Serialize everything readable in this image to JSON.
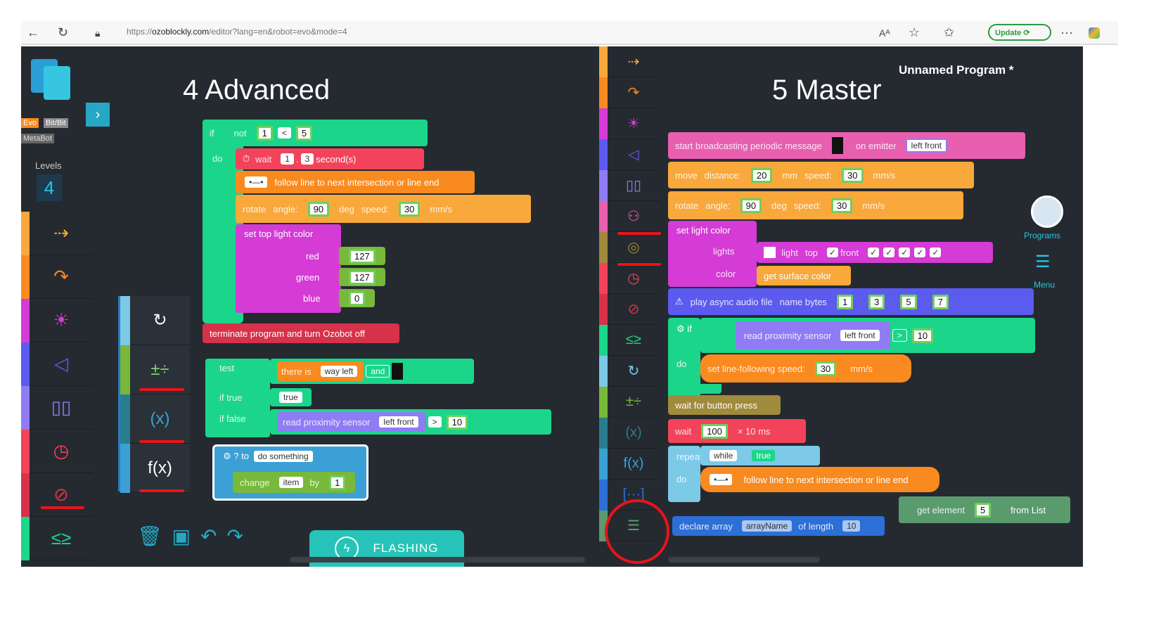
{
  "browser": {
    "url_prefix": "https://",
    "url_domain": "ozoblockly.com",
    "url_path": "/editor?lang=en&robot=evo&mode=4",
    "update_label": "Update",
    "reader_icon": "Aᴬ",
    "more_label": "···"
  },
  "left_panel": {
    "title": "4 Advanced",
    "robot_tabs": [
      "Evo",
      "Bit/Bit",
      "MetaBot"
    ],
    "levels_label": "Levels",
    "level_value": "4",
    "flash_label": "FLASHING",
    "categories": [
      {
        "icon": "arrow-icon",
        "color": "#f9a83c",
        "glyph": "⇢"
      },
      {
        "icon": "turn-icon",
        "color": "#f98a1f",
        "glyph": "↷"
      },
      {
        "icon": "light-icon",
        "color": "#d53bd5",
        "glyph": "☀"
      },
      {
        "icon": "sound-icon",
        "color": "#5b5bf0",
        "glyph": "◁"
      },
      {
        "icon": "eyes-icon",
        "color": "#8f7cf5",
        "glyph": "▯▯"
      },
      {
        "icon": "timer-icon",
        "color": "#f2435b",
        "glyph": "◷"
      },
      {
        "icon": "stop-icon",
        "color": "#d7324a",
        "glyph": "⊘"
      },
      {
        "icon": "logic-icon",
        "color": "#1bd68a",
        "glyph": "≤≥"
      }
    ],
    "sub_categories": [
      {
        "icon": "loop-icon",
        "glyph": "↻"
      },
      {
        "icon": "math-icon",
        "glyph": "±÷"
      },
      {
        "icon": "variable-icon",
        "glyph": "(x)"
      },
      {
        "icon": "function-icon",
        "glyph": "f(x)"
      }
    ],
    "blocks": {
      "if_label": "if",
      "not_label": "not",
      "cmp_a": "1",
      "cmp_op": "<",
      "cmp_b": "5",
      "do_label": "do",
      "wait_label": "wait",
      "wait_a": "1",
      "wait_b": "3",
      "wait_unit": "second(s)",
      "follow_line": "follow line to next intersection or line end",
      "rotate_label": "rotate",
      "angle_label": "angle:",
      "angle_val": "90",
      "deg_label": "deg",
      "speed_label": "speed:",
      "speed_val": "30",
      "speed_unit": "mm/s",
      "light_label": "set top light color",
      "red_label": "red",
      "red_val": "127",
      "green_label": "green",
      "green_val": "127",
      "blue_label": "blue",
      "blue_val": "0",
      "terminate": "terminate program and turn Ozobot off",
      "test_label": "test",
      "there_is": "there is",
      "way_left": "way left",
      "and_label": "and",
      "if_true": "if true",
      "true_val": "true",
      "if_false": "if false",
      "prox_label": "read proximity sensor",
      "prox_side": "left front",
      "prox_op": ">",
      "prox_val": "10",
      "to_label": "to",
      "do_something": "do something",
      "change_label": "change",
      "item_label": "item",
      "by_label": "by",
      "by_val": "1"
    }
  },
  "right_panel": {
    "title": "5 Master",
    "program_name": "Unnamed Program *",
    "programs_label": "Programs",
    "menu_label": "Menu",
    "toolbox": [
      {
        "icon": "arrow-icon",
        "color": "#f9a83c",
        "glyph": "⇢"
      },
      {
        "icon": "turn-icon",
        "color": "#f98a1f",
        "glyph": "↷"
      },
      {
        "icon": "light-icon",
        "color": "#d53bd5",
        "glyph": "☀"
      },
      {
        "icon": "sound-icon",
        "color": "#5b5bf0",
        "glyph": "◁"
      },
      {
        "icon": "eyes-icon",
        "color": "#8f7cf5",
        "glyph": "▯▯"
      },
      {
        "icon": "robot-comm-icon",
        "color": "#e85fb0",
        "glyph": "⚇"
      },
      {
        "icon": "surface-icon",
        "color": "#a08a3c",
        "glyph": "◎"
      },
      {
        "icon": "timer-icon",
        "color": "#f2435b",
        "glyph": "◷"
      },
      {
        "icon": "stop-icon",
        "color": "#d7324a",
        "glyph": "⊘"
      },
      {
        "icon": "logic-icon",
        "color": "#1bd68a",
        "glyph": "≤≥"
      },
      {
        "icon": "loop-icon",
        "color": "#7cc9e8",
        "glyph": "↻"
      },
      {
        "icon": "math-icon",
        "color": "#78b83a",
        "glyph": "±÷"
      },
      {
        "icon": "variable-icon",
        "color": "#2a7d8f",
        "glyph": "(x)"
      },
      {
        "icon": "function-icon",
        "color": "#3aa0d6",
        "glyph": "f(x)"
      },
      {
        "icon": "array-icon",
        "color": "#2c6fd6",
        "glyph": "[···]"
      },
      {
        "icon": "list-icon",
        "color": "#5a9b6d",
        "glyph": "☰"
      }
    ],
    "blocks": {
      "broadcast": "start broadcasting periodic message",
      "on_emitter": "on emitter",
      "emitter_val": "left front",
      "move_label": "move",
      "distance_label": "distance:",
      "distance_val": "20",
      "mm_label": "mm",
      "speed_label": "speed:",
      "speed_val": "30",
      "speed_unit": "mm/s",
      "rotate_label": "rotate",
      "angle_label": "angle:",
      "angle_val": "90",
      "deg_label": "deg",
      "set_light": "set light color",
      "lights_label": "lights",
      "light_label": "light",
      "top_label": "top",
      "front_label": "front",
      "color_label": "color",
      "surface_color": "get surface color",
      "audio": "play async audio file",
      "name_bytes": "name bytes",
      "b1": "1",
      "b2": "3",
      "b3": "5",
      "b4": "7",
      "if_label": "if",
      "prox_label": "read proximity sensor",
      "prox_side": "left front",
      "prox_op": ">",
      "prox_val": "10",
      "do_label": "do",
      "line_speed": "set line-following speed:",
      "line_speed_val": "30",
      "wait_button": "wait for button press",
      "wait_label": "wait",
      "wait_val": "100",
      "wait_unit": "× 10 ms",
      "repeat_label": "repeat",
      "while_label": "while",
      "true_val": "true",
      "follow_line": "follow line to next intersection or line end",
      "get_element": "get element",
      "ge_val": "5",
      "from_list": "from List",
      "declare": "declare array",
      "array_name": "arrayName",
      "of_length": "of length",
      "length_val": "10"
    }
  },
  "colors": {
    "bg": "#252a30",
    "highlight": "#e8141b",
    "teal": "#26c4b8"
  }
}
